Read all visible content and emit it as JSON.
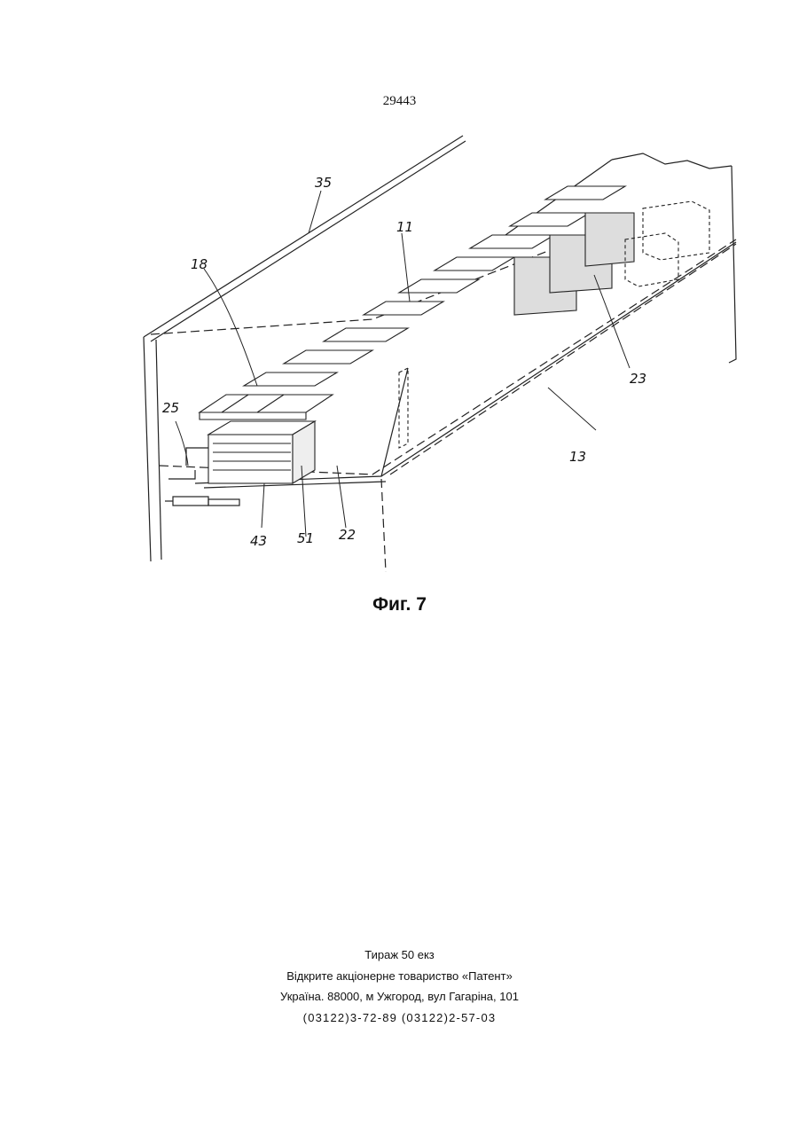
{
  "header": {
    "page_number": "29443"
  },
  "figure": {
    "caption": "Фиг. 7",
    "labels": {
      "l35": "35",
      "l11": "11",
      "l18": "18",
      "l25": "25",
      "l23": "23",
      "l13": "13",
      "l43": "43",
      "l51": "51",
      "l22": "22"
    }
  },
  "imprint": {
    "circulation": "Тираж 50 екз",
    "publisher": "Відкрите акціонерне товариство «Патент»",
    "address": "Україна. 88000, м Ужгород, вул Гагаріна, 101",
    "phones": "(03122)3-72-89   (03122)2-57-03"
  }
}
